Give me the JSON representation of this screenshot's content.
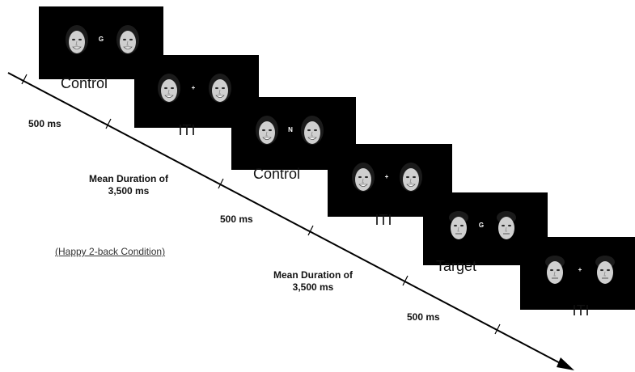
{
  "condition_label": "(Happy 2-back Condition)",
  "frames": [
    {
      "label": "Control",
      "center_symbol": "G",
      "face_style": "smiling"
    },
    {
      "label": "ITI",
      "center_symbol": "+",
      "face_style": "smiling"
    },
    {
      "label": "Control",
      "center_symbol": "N",
      "face_style": "smiling"
    },
    {
      "label": "ITI",
      "center_symbol": "+",
      "face_style": "smiling"
    },
    {
      "label": "Target",
      "center_symbol": "G",
      "face_style": "neutral"
    },
    {
      "label": "ITI",
      "center_symbol": "+",
      "face_style": "neutral"
    }
  ],
  "timings": [
    {
      "lines": [
        "500 ms"
      ]
    },
    {
      "lines": [
        "Mean Duration of",
        "3,500 ms"
      ]
    },
    {
      "lines": [
        "500 ms"
      ]
    },
    {
      "lines": [
        "Mean Duration of",
        "3,500 ms"
      ]
    },
    {
      "lines": [
        "500 ms"
      ]
    }
  ],
  "colors": {
    "screen_background": "#000000",
    "face_fill": "#cfcfcf",
    "hair_fill": "#1b1b1b",
    "stimulus_text": "#ffffff",
    "arrow": "#000000",
    "text": "#111111"
  }
}
